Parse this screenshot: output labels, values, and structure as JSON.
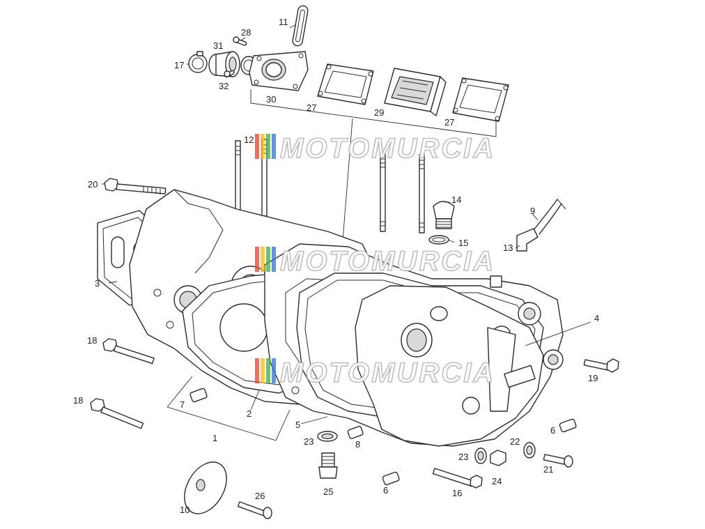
{
  "watermark": {
    "text": "MOTOMURCIA",
    "stripe_colors": [
      "#e34b3a",
      "#f0c419",
      "#4caf50",
      "#3a7bd5"
    ]
  },
  "callouts": [
    "1",
    "2",
    "3",
    "4",
    "5",
    "6",
    "6",
    "7",
    "8",
    "9",
    "10",
    "11",
    "12",
    "13",
    "14",
    "15",
    "16",
    "17",
    "18",
    "18",
    "19",
    "20",
    "21",
    "22",
    "23",
    "23",
    "24",
    "25",
    "26",
    "27",
    "27",
    "28",
    "29",
    "30",
    "31",
    "32"
  ]
}
